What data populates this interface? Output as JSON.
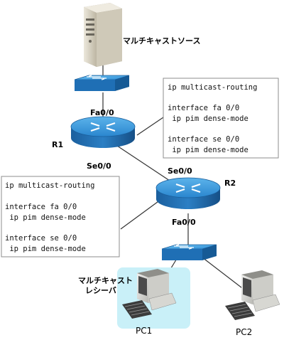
{
  "labels": {
    "source": "マルチキャストソース",
    "r1": "R1",
    "r2": "R2",
    "r1_fa": "Fa0/0",
    "r1_se": "Se0/0",
    "r2_se": "Se0/0",
    "r2_fa": "Fa0/0",
    "receiver_line1": "マルチキャスト",
    "receiver_line2": "レシーバ",
    "pc1": "PC1",
    "pc2": "PC2"
  },
  "config_r1": [
    "ip multicast-routing",
    "",
    "interface fa 0/0",
    " ip pim dense-mode",
    "",
    "interface se 0/0",
    " ip pim dense-mode"
  ],
  "config_r2": [
    "ip multicast-routing",
    "",
    "interface fa 0/0",
    " ip pim dense-mode",
    "",
    "interface se 0/0",
    " ip pim dense-mode"
  ],
  "colors": {
    "device_blue": "#1f6fb5",
    "device_light": "#4aa3df",
    "receiver_highlight": "#c9f0f8",
    "server_body": "#d8d3c4"
  }
}
